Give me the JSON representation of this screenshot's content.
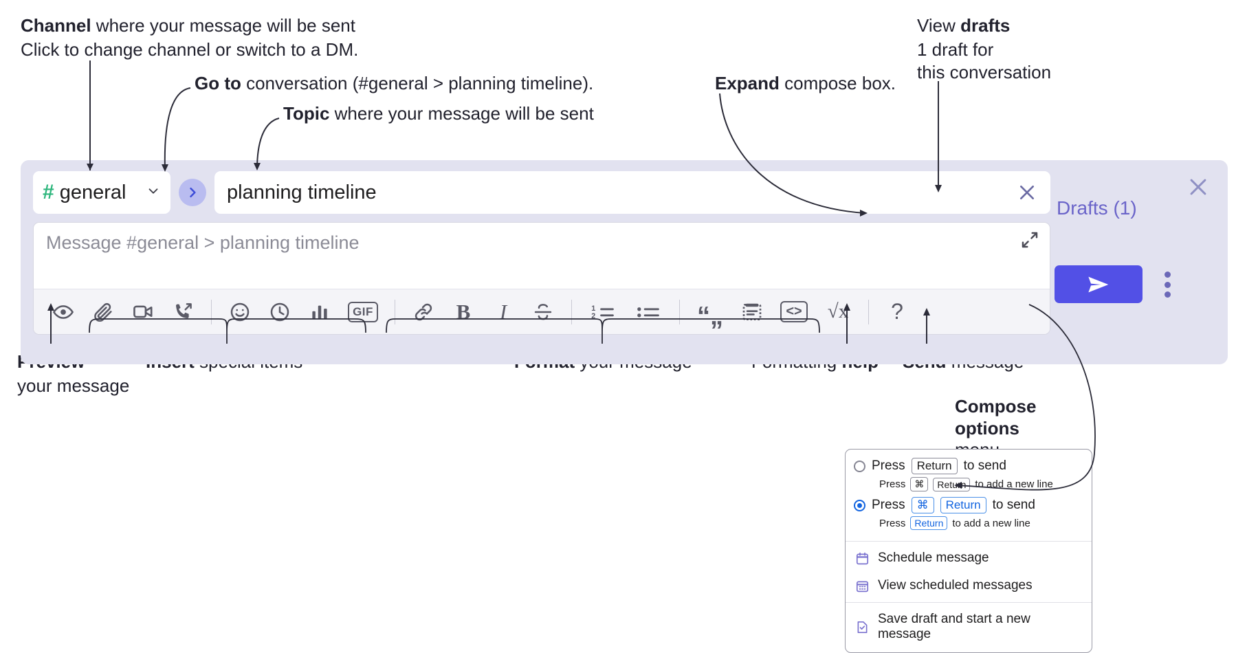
{
  "annotations": {
    "channel": {
      "bold": "Channel",
      "rest": " where your message will be sent",
      "italic": "Click to change channel or switch to a DM."
    },
    "goto": {
      "bold": "Go to",
      "rest": " conversation (#general > planning timeline)."
    },
    "topic": {
      "bold": "Topic",
      "rest": " where your message will be sent"
    },
    "expand": {
      "bold": "Expand",
      "rest": " compose box."
    },
    "drafts": {
      "bold_prefix": "View ",
      "bold": "drafts",
      "italic1": "1 draft for",
      "italic2": "this conversation"
    },
    "preview": {
      "bold": "Preview",
      "rest": "your message"
    },
    "insert": {
      "bold": "Insert",
      "rest": " special items"
    },
    "format": {
      "bold": "Format",
      "rest": " your message"
    },
    "formatting_help": {
      "normal": "Formatting ",
      "bold": "help"
    },
    "send": {
      "bold": "Send",
      "rest": " message"
    },
    "compose_options": {
      "bold1": "Compose",
      "bold2": "options",
      "rest": "menu"
    }
  },
  "compose": {
    "channel": {
      "hash": "#",
      "name": "general",
      "caret_icon": "chevron-down-icon"
    },
    "goto_icon": "chevron-right-icon",
    "topic": {
      "value": "planning timeline",
      "clear_icon": "close-icon"
    },
    "message": {
      "placeholder": "Message #general > planning timeline",
      "value": ""
    },
    "expand_icon": "expand-icon",
    "panel_close_icon": "close-icon",
    "drafts_label": "Drafts (1)",
    "send_icon": "send-paper-plane-icon",
    "options_icon": "kebab-menu-icon",
    "toolbar": [
      {
        "name": "preview-button",
        "icon": "eye-icon",
        "kind": "svg"
      },
      {
        "name": "attach-file-button",
        "icon": "paperclip-icon",
        "kind": "svg"
      },
      {
        "name": "record-video-clip-button",
        "icon": "video-camera-icon",
        "kind": "svg"
      },
      {
        "name": "huddle-button",
        "icon": "phone-arrow-icon",
        "kind": "svg"
      },
      {
        "name": "separator-1",
        "icon": "divider",
        "kind": "sep"
      },
      {
        "name": "emoji-button",
        "icon": "smiley-icon",
        "kind": "svg"
      },
      {
        "name": "schedule-button",
        "icon": "clock-icon",
        "kind": "svg"
      },
      {
        "name": "poll-button",
        "icon": "bar-chart-icon",
        "kind": "svg"
      },
      {
        "name": "gif-button",
        "icon": "gif-icon",
        "kind": "text",
        "text": "GIF"
      },
      {
        "name": "separator-2",
        "icon": "divider",
        "kind": "sep"
      },
      {
        "name": "link-button",
        "icon": "link-icon",
        "kind": "svg"
      },
      {
        "name": "bold-button",
        "icon": "bold-icon",
        "kind": "text",
        "text": "B"
      },
      {
        "name": "italic-button",
        "icon": "italic-icon",
        "kind": "text",
        "text": "I"
      },
      {
        "name": "strikethrough-button",
        "icon": "strikethrough-icon",
        "kind": "svg"
      },
      {
        "name": "separator-3",
        "icon": "divider",
        "kind": "sep"
      },
      {
        "name": "ordered-list-button",
        "icon": "ordered-list-icon",
        "kind": "svg"
      },
      {
        "name": "bulleted-list-button",
        "icon": "bulleted-list-icon",
        "kind": "svg"
      },
      {
        "name": "separator-4",
        "icon": "divider",
        "kind": "sep"
      },
      {
        "name": "blockquote-button",
        "icon": "quote-icon",
        "kind": "text",
        "text": "“„"
      },
      {
        "name": "code-block-button",
        "icon": "code-block-icon",
        "kind": "svg"
      },
      {
        "name": "inline-code-button",
        "icon": "code-brackets-icon",
        "kind": "text",
        "text": "<>"
      },
      {
        "name": "latex-button",
        "icon": "square-root-x-icon",
        "kind": "text",
        "text": "√x"
      },
      {
        "name": "separator-5",
        "icon": "divider",
        "kind": "sep"
      },
      {
        "name": "formatting-help-button",
        "icon": "question-mark-icon",
        "kind": "text",
        "text": "?"
      }
    ]
  },
  "options_menu": {
    "radio_options": [
      {
        "selected": false,
        "press_label": "Press",
        "keys": [
          "Return"
        ],
        "action_label": "to send",
        "sub_press": "Press",
        "sub_keys": [
          "⌘",
          "Return"
        ],
        "sub_action": "to add a new line"
      },
      {
        "selected": true,
        "press_label": "Press",
        "keys": [
          "⌘",
          "Return"
        ],
        "action_label": "to send",
        "sub_press": "Press",
        "sub_keys": [
          "Return"
        ],
        "sub_action": "to add a new line"
      }
    ],
    "items": [
      {
        "icon": "calendar-icon",
        "label": "Schedule message"
      },
      {
        "icon": "calendar-grid-icon",
        "label": "View scheduled messages"
      },
      {
        "icon": "document-check-icon",
        "label": "Save draft and start a new message"
      }
    ]
  },
  "colors": {
    "panel_bg": "#e2e2f0",
    "accent_purple": "#5250e6",
    "drafts_text": "#6a64c9",
    "channel_hash_green": "#2eb67d",
    "goto_chip": "#b9bcf0",
    "radio_blue": "#1264e0",
    "menu_icon_purple": "#7a72cf"
  }
}
